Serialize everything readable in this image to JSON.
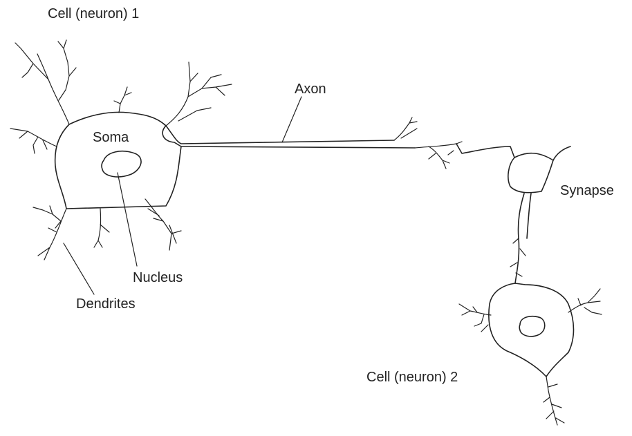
{
  "labels": {
    "cell1": "Cell (neuron)  1",
    "soma": "Soma",
    "axon": "Axon",
    "synapse": "Synapse",
    "nucleus": "Nucleus",
    "dendrites": "Dendrites",
    "cell2": "Cell (neuron)  2"
  },
  "colors": {
    "stroke": "#222222",
    "background": "#ffffff"
  }
}
